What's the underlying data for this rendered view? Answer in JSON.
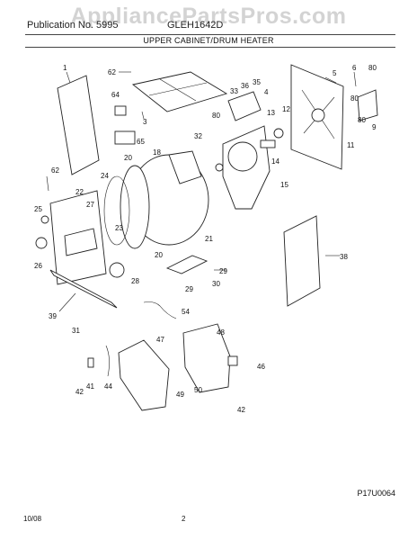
{
  "header": {
    "left_text": "Publication No. 5995",
    "right_text": "GLEH1642D",
    "section_title": "UPPER CABINET/DRUM HEATER"
  },
  "watermark": "AppliancePartsPros.com",
  "reference_code": "P17U0064",
  "footer": {
    "date": "10/08",
    "page": "2"
  },
  "callouts": [
    "1",
    "62",
    "3",
    "64",
    "65",
    "18",
    "32",
    "33",
    "36",
    "35",
    "80",
    "4",
    "5",
    "6",
    "80",
    "9",
    "12",
    "13",
    "80",
    "11",
    "80",
    "14",
    "15",
    "20",
    "24",
    "62",
    "22",
    "27",
    "25",
    "26",
    "23",
    "21",
    "20",
    "28",
    "29",
    "30",
    "29",
    "38",
    "39",
    "31",
    "54",
    "47",
    "48",
    "46",
    "41",
    "42",
    "44",
    "49",
    "50",
    "42"
  ]
}
